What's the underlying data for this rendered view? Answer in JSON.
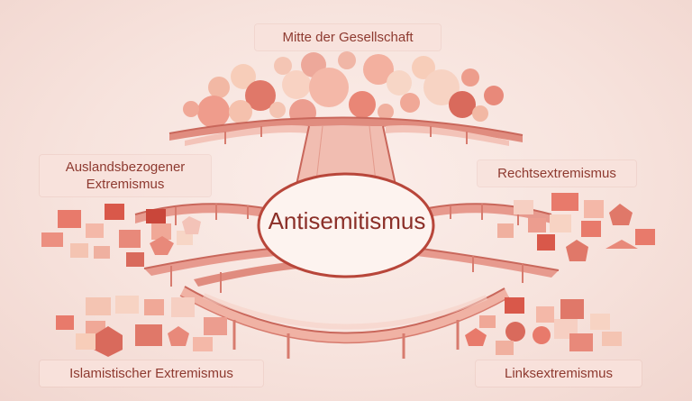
{
  "labels": {
    "top": "Mitte der Gesellschaft",
    "auslands_line1": "Auslandsbezogener",
    "auslands_line2": "Extremismus",
    "rechts": "Rechtsextremismus",
    "islam": "Islamistischer Extremismus",
    "links": "Linksextremismus"
  },
  "center": "Antisemitismus",
  "colors": {
    "background": "#f7e3dd",
    "bridge": "#e79a8e",
    "bridge_dark": "#c9675b",
    "deck": "#f3c3b8",
    "text": "#8e3a30",
    "ellipse_fill": "#fdf3ef",
    "ellipse_stroke": "#b8463a"
  }
}
